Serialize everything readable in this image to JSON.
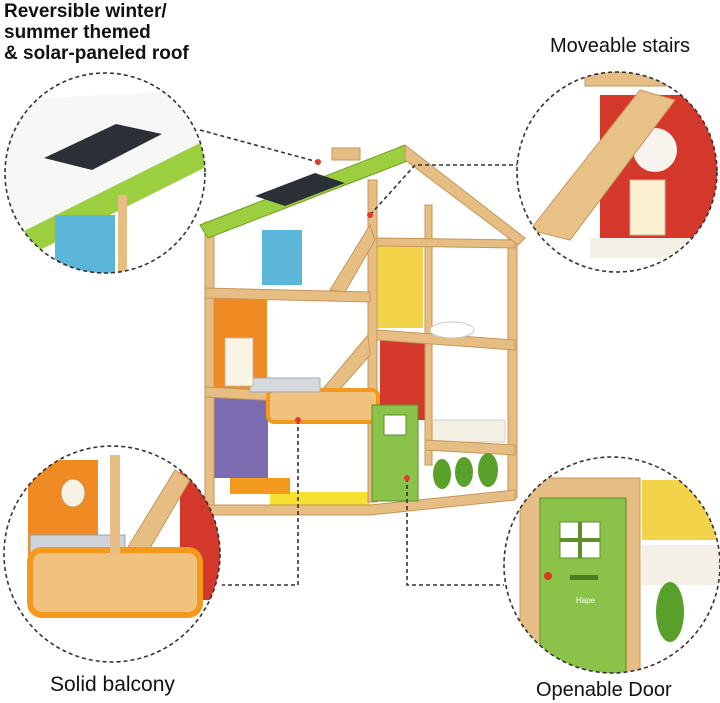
{
  "callouts": {
    "roof": [
      "Reversible winter/",
      "summer themed",
      "& solar-paneled roof"
    ],
    "stairs": "Moveable stairs",
    "balcony": "Solid balcony",
    "door": "Openable Door"
  },
  "door_text": "Hape",
  "colors": {
    "wood": "#e6bd82",
    "wood_dark": "#c8955a",
    "roof_green": "#9ccf3f",
    "door_green": "#8bc34a",
    "orange_wall": "#f08a22",
    "yellow_wall": "#f3d34a",
    "purple_wall": "#7b6bb0",
    "red_wall": "#d4382a",
    "blue_wall": "#5bb6d9",
    "solar": "#2b2f36"
  }
}
